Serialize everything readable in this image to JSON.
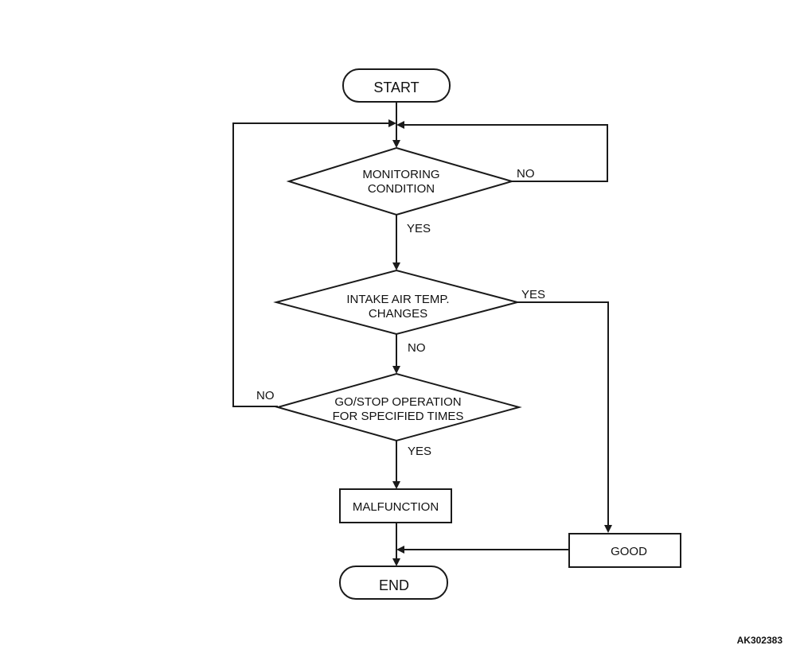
{
  "flowchart": {
    "nodes": {
      "start": "START",
      "monitoring_line1": "MONITORING",
      "monitoring_line2": "CONDITION",
      "intake_line1": "INTAKE AIR TEMP.",
      "intake_line2": "CHANGES",
      "gostop_line1": "GO/STOP OPERATION",
      "gostop_line2": "FOR SPECIFIED TIMES",
      "malfunction": "MALFUNCTION",
      "good": "GOOD",
      "end": "END"
    },
    "edges": {
      "monitoring_no": "NO",
      "monitoring_yes": "YES",
      "intake_yes": "YES",
      "intake_no": "NO",
      "gostop_no": "NO",
      "gostop_yes": "YES"
    }
  },
  "figure_code": "AK302383"
}
